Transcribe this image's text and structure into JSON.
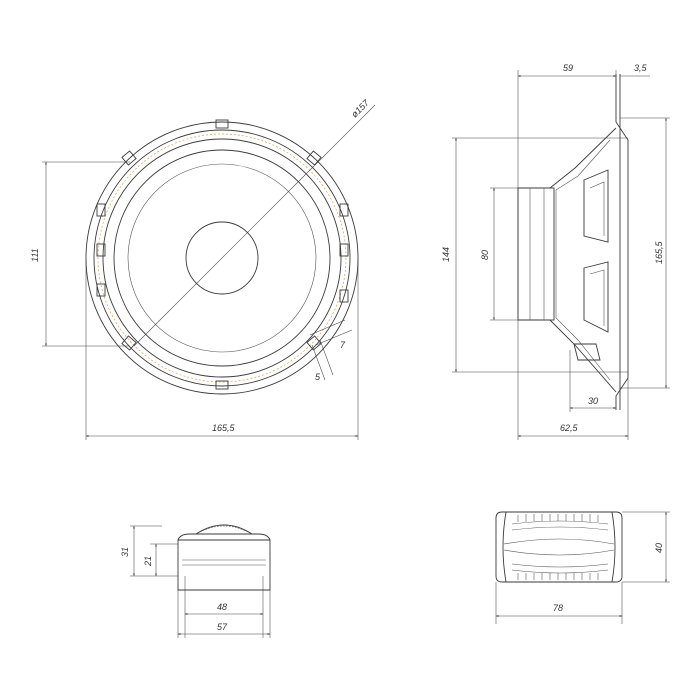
{
  "front_view": {
    "dim_diameter": "ø157",
    "dim_mount_spacing": "111",
    "dim_width": "165,5",
    "dim_slot_depth": "7",
    "dim_slot_width": "5"
  },
  "side_view": {
    "dim_depth_top": "59",
    "dim_flange": "3,5",
    "dim_height_144": "144",
    "dim_magnet_80": "80",
    "dim_height_right": "165,5",
    "dim_terminal_30": "30",
    "dim_total_depth": "62,5"
  },
  "tweeter_side": {
    "dim_height_31": "31",
    "dim_height_21": "21",
    "dim_width_48": "48",
    "dim_width_57": "57"
  },
  "tweeter_top": {
    "dim_height_40": "40",
    "dim_width_78": "78"
  },
  "colors": {
    "line": "#3a3a3a",
    "accent": "#d4a24a"
  }
}
